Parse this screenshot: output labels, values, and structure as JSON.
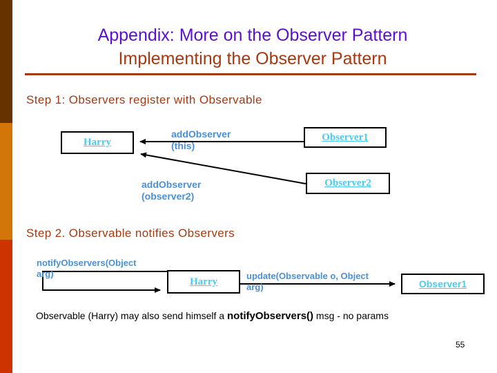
{
  "slide": {
    "title_line_1": "Appendix: More on the Observer Pattern",
    "title_line_2": "Implementing the Observer Pattern",
    "page_number": "55",
    "colors": {
      "title_primary": "#5b0fd0",
      "title_secondary": "#a8380f",
      "heading": "#a8380f",
      "node_text": "#4cc9ef",
      "call_label": "#4a90d9",
      "band_top": "#663300",
      "band_mid": "#d2760a",
      "band_bottom": "#cc3300",
      "connector": "#000000"
    }
  },
  "step1": {
    "heading": "Step 1: Observers register with Observable",
    "observable_box": "Harry",
    "observer1_box": "Observer1",
    "observer2_box": "Observer2",
    "call_label_1_line1": "addObserver",
    "call_label_1_line2": "(this)",
    "call_label_2_line1": "addObserver",
    "call_label_2_line2": "(observer2)"
  },
  "step2": {
    "heading": "Step 2. Observable notifies Observers",
    "observable_box": "Harry",
    "observer1_box": "Observer1",
    "self_call_line1": "notifyObservers(Object",
    "self_call_line2": "arg)",
    "update_call_line1": "update(Observable o, Object",
    "update_call_line2": "arg)"
  },
  "footer": {
    "text_before": "Observable (Harry) may also send himself a ",
    "emphasis": "notifyObservers()",
    "text_after": " msg - no params"
  }
}
